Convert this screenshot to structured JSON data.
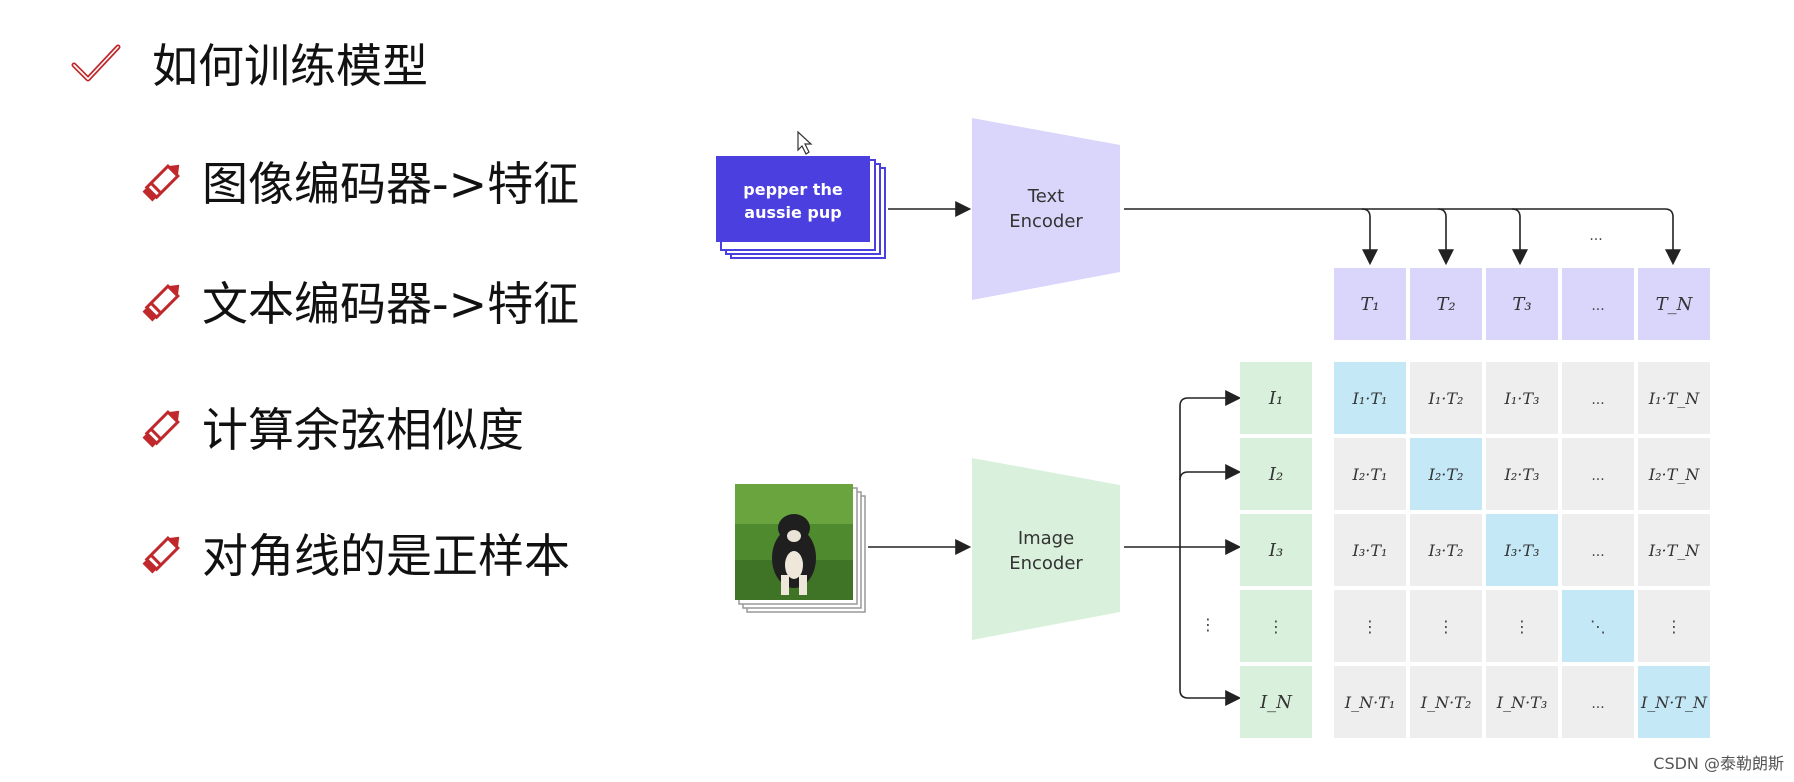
{
  "slide": {
    "heading": "如何训练模型",
    "bullets": [
      "图像编码器->特征",
      "文本编码器->特征",
      "计算余弦相似度",
      "对角线的是正样本"
    ]
  },
  "diagram": {
    "text_card_line1": "pepper the",
    "text_card_line2": "aussie pup",
    "text_encoder_line1": "Text",
    "text_encoder_line2": "Encoder",
    "image_encoder_line1": "Image",
    "image_encoder_line2": "Encoder",
    "ellipsis": "...",
    "vertical_ellipsis": "⋮",
    "diagonal_ellipsis": "⋱",
    "text_features": [
      "T₁",
      "T₂",
      "T₃",
      "...",
      "T_N"
    ],
    "image_features": [
      "I₁",
      "I₂",
      "I₃",
      "⋮",
      "I_N"
    ],
    "matrix": [
      [
        "I₁·T₁",
        "I₁·T₂",
        "I₁·T₃",
        "...",
        "I₁·T_N"
      ],
      [
        "I₂·T₁",
        "I₂·T₂",
        "I₂·T₃",
        "...",
        "I₂·T_N"
      ],
      [
        "I₃·T₁",
        "I₃·T₂",
        "I₃·T₃",
        "...",
        "I₃·T_N"
      ],
      [
        "⋮",
        "⋮",
        "⋮",
        "⋱",
        "⋮"
      ],
      [
        "I_N·T₁",
        "I_N·T₂",
        "I_N·T₃",
        "...",
        "I_N·T_N"
      ]
    ]
  },
  "colors": {
    "text_card": "#4b3fe0",
    "text_encoder": "#d9d5fb",
    "image_encoder": "#d9f1dc",
    "text_feature_cell": "#d9d5fb",
    "image_feature_cell": "#d9f1dc",
    "matrix_cell": "#eeeeee",
    "diagonal_cell": "#c5e8f7",
    "pencil": "#c0282c",
    "check": "#c0282c"
  },
  "watermark": "CSDN @泰勒朗斯"
}
